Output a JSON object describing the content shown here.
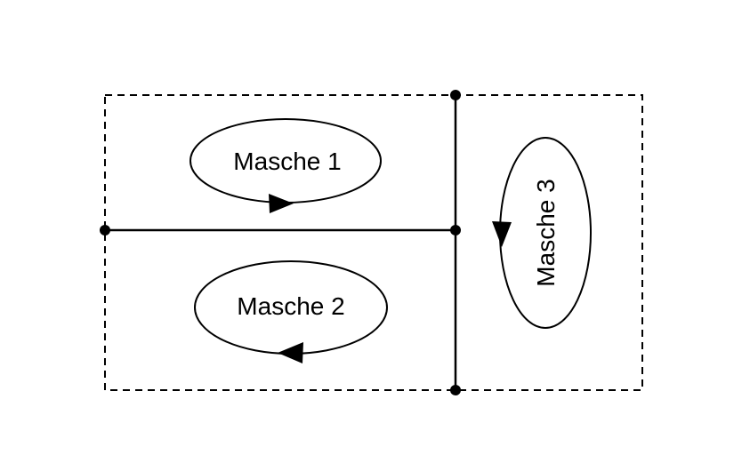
{
  "page": {
    "background": "#ffffff",
    "stroke_color": "#000000"
  },
  "diagram": {
    "type": "circuit-mesh-loop-diagram",
    "node_count": 4,
    "meshes": [
      {
        "label": "Masche 1",
        "arrow_direction": "right",
        "circulation": "counterclockwise"
      },
      {
        "label": "Masche 2",
        "arrow_direction": "left",
        "circulation": "clockwise"
      },
      {
        "label": "Masche 3",
        "arrow_direction": "down",
        "circulation": "counterclockwise"
      }
    ]
  }
}
